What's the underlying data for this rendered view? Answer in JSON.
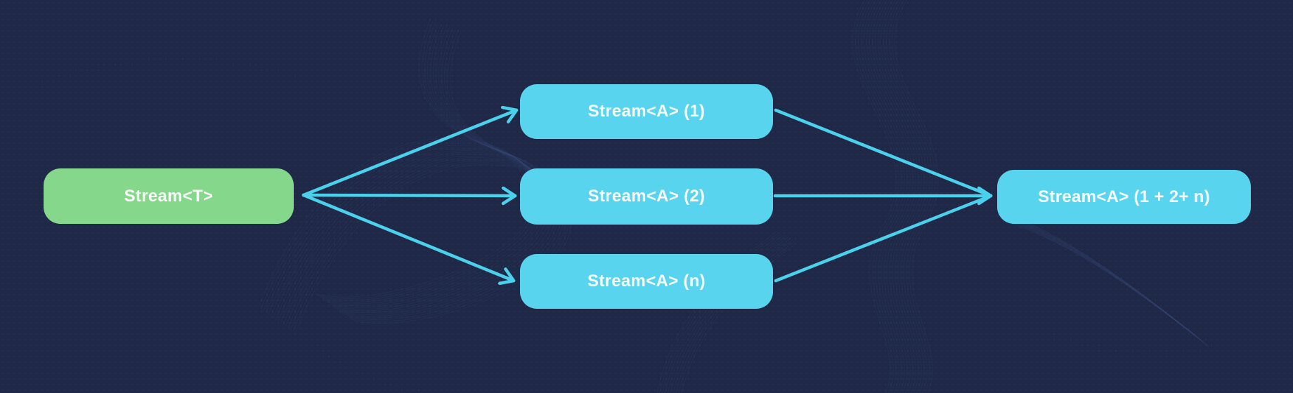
{
  "diagram": {
    "source": {
      "label": "Stream<T>"
    },
    "parallel": [
      {
        "label": "Stream<A> (1)"
      },
      {
        "label": "Stream<A> (2)"
      },
      {
        "label": "Stream<A> (n)"
      }
    ],
    "result": {
      "label": "Stream<A> (1 + 2+ n)"
    },
    "colors": {
      "background": "#1f2846",
      "source_fill": "#85d88b",
      "stream_fill": "#58d4ee",
      "arrow": "#4bd1ec",
      "text": "#f7fbf8",
      "texture": "#4a5c96"
    }
  }
}
